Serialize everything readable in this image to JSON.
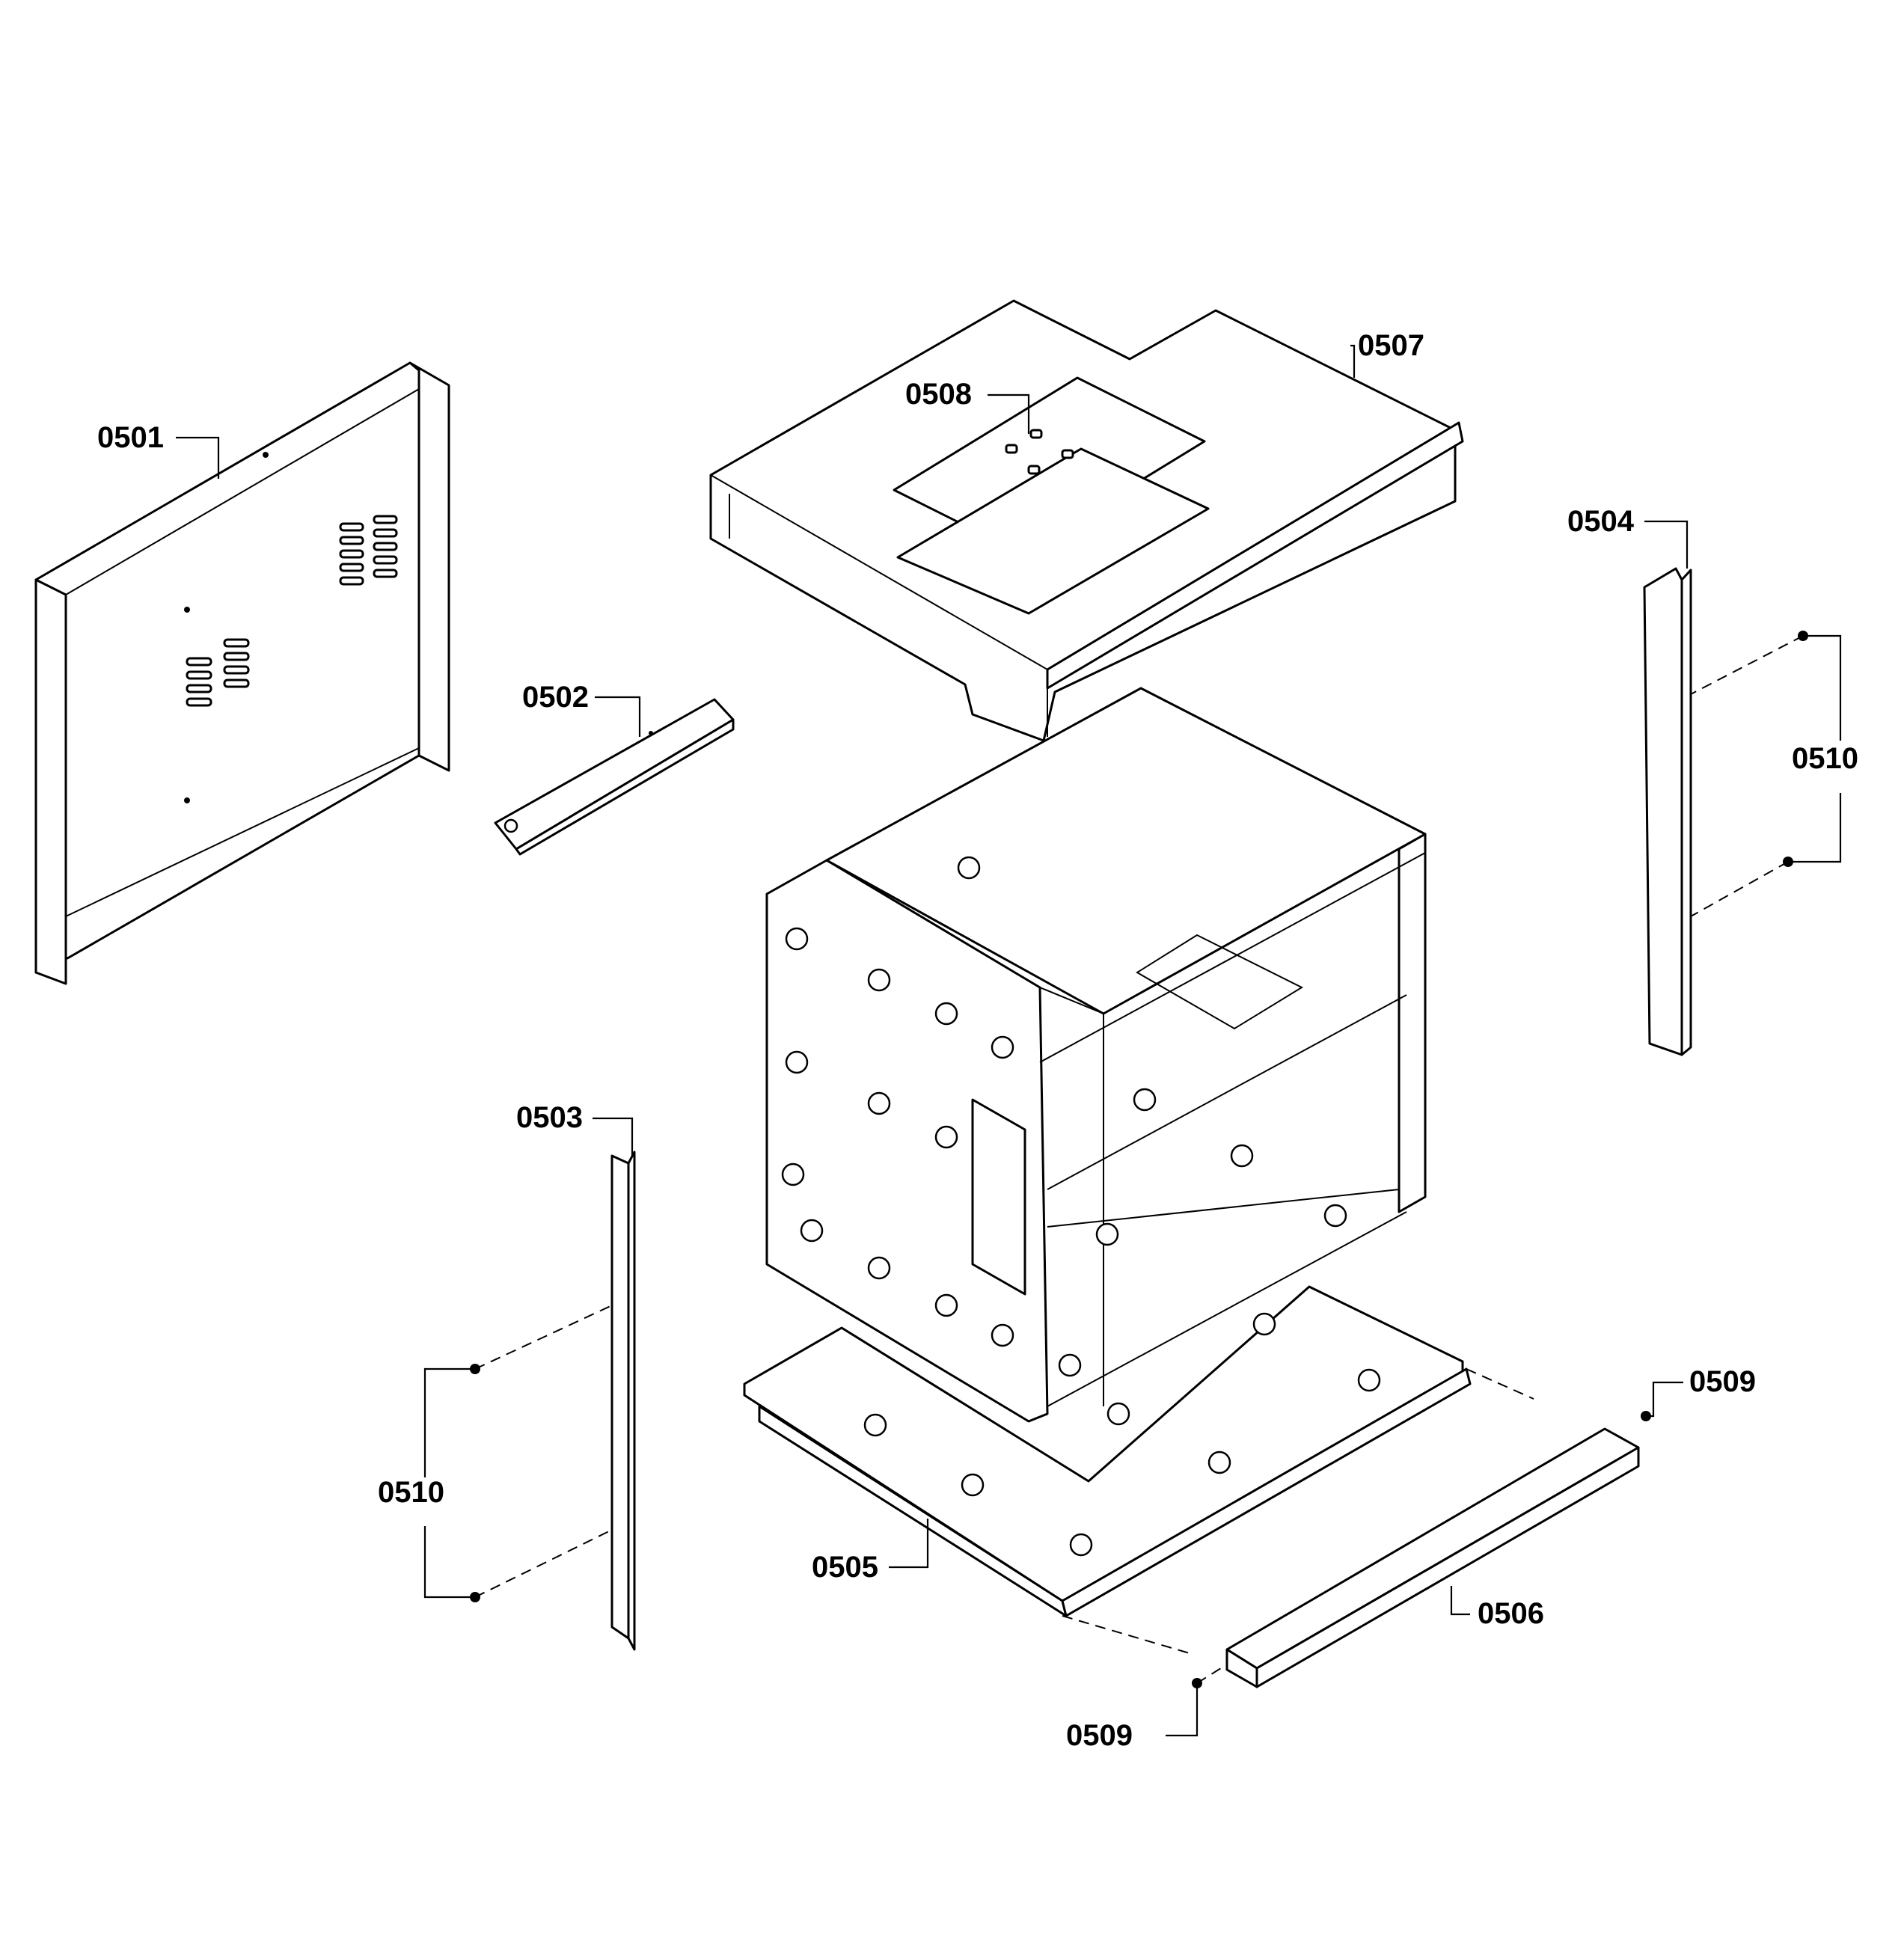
{
  "callouts": [
    {
      "id": "p0501",
      "text": "0501"
    },
    {
      "id": "p0502",
      "text": "0502"
    },
    {
      "id": "p0503",
      "text": "0503"
    },
    {
      "id": "p0504",
      "text": "0504"
    },
    {
      "id": "p0505",
      "text": "0505"
    },
    {
      "id": "p0506",
      "text": "0506"
    },
    {
      "id": "p0507",
      "text": "0507"
    },
    {
      "id": "p0508",
      "text": "0508"
    },
    {
      "id": "p0509a",
      "text": "0509"
    },
    {
      "id": "p0509b",
      "text": "0509"
    },
    {
      "id": "p0510a",
      "text": "0510"
    },
    {
      "id": "p0510b",
      "text": "0510"
    }
  ],
  "colors": {
    "line": "#000000",
    "background": "#ffffff"
  }
}
